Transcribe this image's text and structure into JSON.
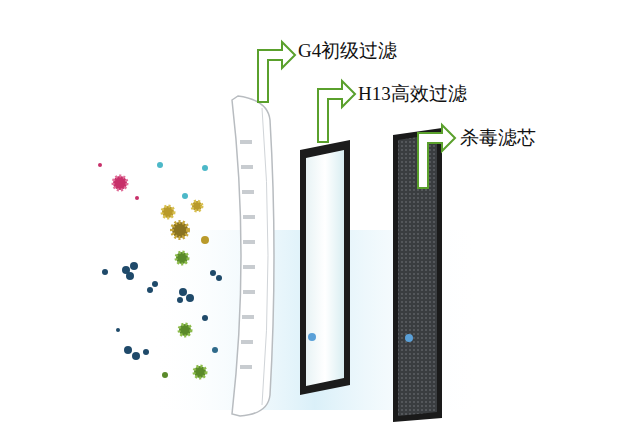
{
  "diagram": {
    "labels": [
      "G4初级过滤",
      "H13高效过滤",
      "杀毒滤芯"
    ]
  }
}
